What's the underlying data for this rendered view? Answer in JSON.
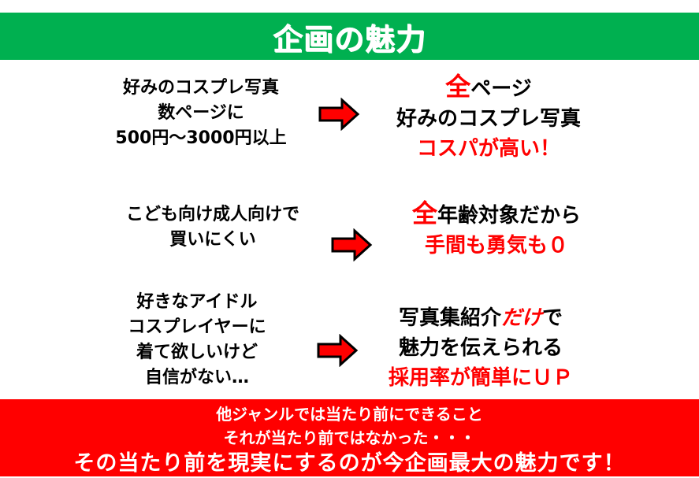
{
  "title": "企画の魅力",
  "rows": [
    {
      "left": [
        "好みのコスプレ写真",
        "数ページに",
        "500円〜3000円以上"
      ],
      "right": [
        {
          "accent": "全",
          "rest": "ページ"
        },
        {
          "text": "好みのコスプレ写真"
        },
        {
          "red_text": "コスパが高い！"
        }
      ]
    },
    {
      "left": [
        "こども向け成人向けで",
        "買いにくい"
      ],
      "right": [
        {
          "accent": "全",
          "rest": "年齢対象だから"
        },
        {
          "red_text": "手間も勇気も０"
        }
      ]
    },
    {
      "left": [
        "好きなアイドル",
        "コスプレイヤーに",
        "着て欲しいけど",
        "自信がない…"
      ],
      "right": [
        {
          "pre": "写真集紹介",
          "accent": "だけ",
          "rest": "で"
        },
        {
          "text": "魅力を伝えられる"
        },
        {
          "red_text": "採用率が簡単にＵＰ"
        }
      ]
    }
  ],
  "footer": {
    "line1": "他ジャンルでは当たり前にできること",
    "line2": "それが当たり前ではなかった・・・",
    "line3": "その当たり前を現実にするのが今企画最大の魅力です！"
  },
  "colors": {
    "header": "#00B050",
    "accent": "#FF0000",
    "footer": "#FF0000"
  }
}
